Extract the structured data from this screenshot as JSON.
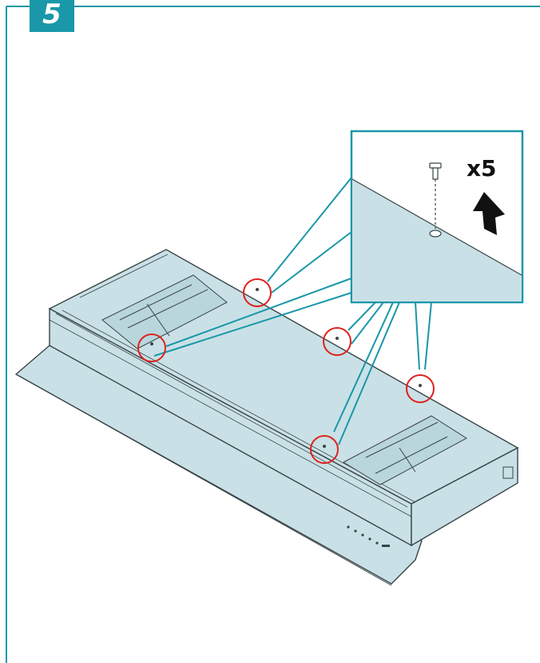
{
  "step": {
    "number": "5"
  },
  "callout": {
    "quantity": "x5",
    "direction": "up",
    "screw_count": 5
  },
  "colors": {
    "frame": "#1a97a8",
    "panel_fill": "#c9e1e6",
    "outline": "#3a4448",
    "highlight_circle": "#e0201c"
  }
}
